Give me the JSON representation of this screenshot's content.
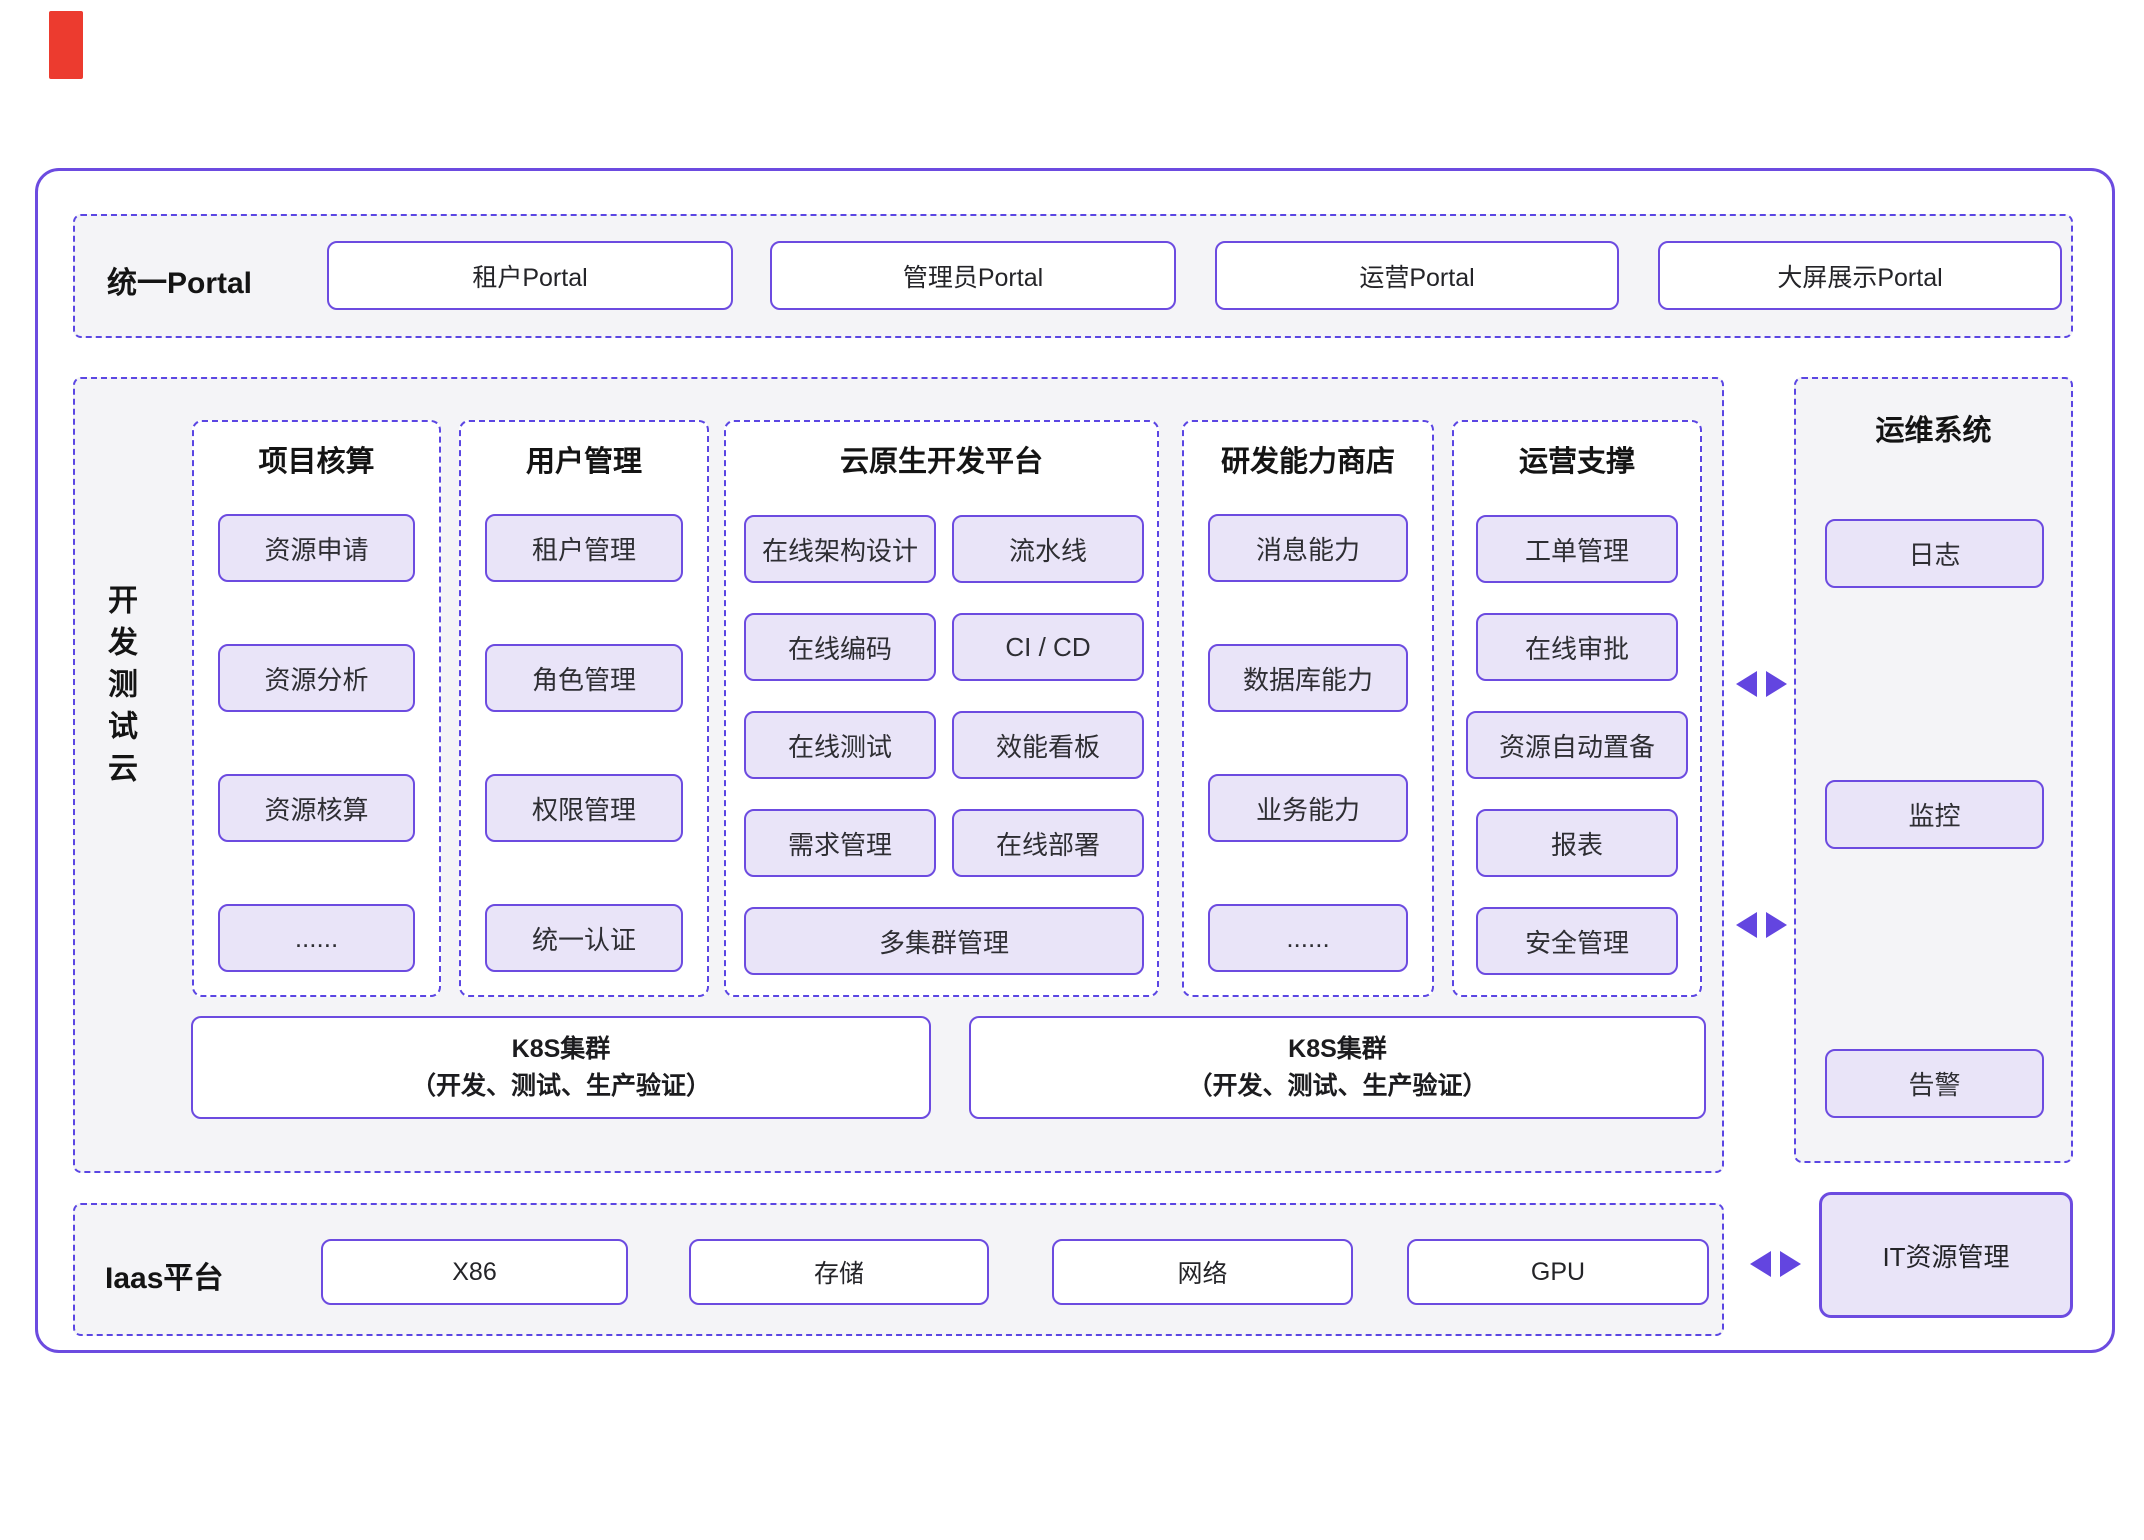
{
  "colors": {
    "accent_border": "#6C4BE0",
    "dashed_border": "#5B46E3",
    "item_fill": "#E9E4F8",
    "section_bg": "#F4F4F7",
    "arrow": "#6345E0",
    "red_marker": "#EC3B2F"
  },
  "portal": {
    "label": "统一Portal",
    "items": [
      "租户Portal",
      "管理员Portal",
      "运营Portal",
      "大屏展示Portal"
    ]
  },
  "devtest": {
    "label": "开发测试云",
    "col1": {
      "title": "项目核算",
      "items": [
        "资源申请",
        "资源分析",
        "资源核算",
        "......"
      ]
    },
    "col2": {
      "title": "用户管理",
      "items": [
        "租户管理",
        "角色管理",
        "权限管理",
        "统一认证"
      ]
    },
    "col3": {
      "title": "云原生开发平台",
      "left": [
        "在线架构设计",
        "在线编码",
        "在线测试",
        "需求管理"
      ],
      "right": [
        "流水线",
        "CI / CD",
        "效能看板",
        "在线部署"
      ],
      "bottom": "多集群管理"
    },
    "col4": {
      "title": "研发能力商店",
      "items": [
        "消息能力",
        "数据库能力",
        "业务能力",
        "......"
      ]
    },
    "col5": {
      "title": "运营支撑",
      "items": [
        "工单管理",
        "在线审批",
        "资源自动置备",
        "报表",
        "安全管理"
      ]
    },
    "k8s": {
      "line1": "K8S集群",
      "line2": "（开发、测试、生产验证）"
    }
  },
  "ops": {
    "title": "运维系统",
    "items": [
      "日志",
      "监控",
      "告警"
    ]
  },
  "iaas": {
    "label": "Iaas平台",
    "items": [
      "X86",
      "存储",
      "网络",
      "GPU"
    ]
  },
  "it_resource": {
    "label": "IT资源管理"
  }
}
